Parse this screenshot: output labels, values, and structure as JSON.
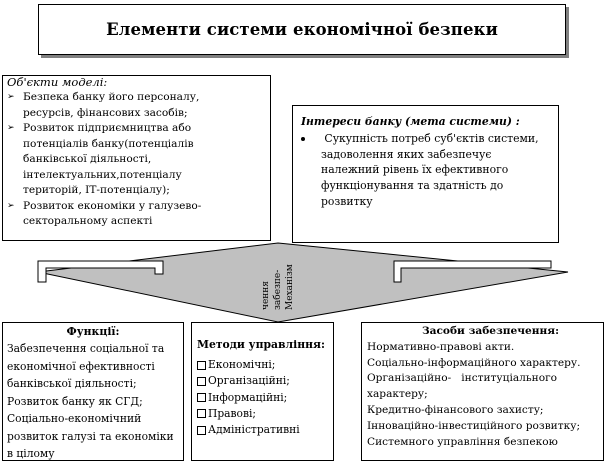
{
  "title": "Елементи системи економічної безпеки",
  "objects": {
    "heading": "Об'єкти моделі:",
    "items": [
      [
        "Безпека банку його персоналу,",
        "ресурсів, фінансових засобів;"
      ],
      [
        "Розвиток підприємництва або",
        "потенціалів банку(потенціалів",
        "банківської діяльності,",
        "інтелектуальних,потенціалу",
        "територій, ІТ-потенціалу);"
      ],
      [
        "Розвиток економіки у галузево-",
        "секторальному аспекті"
      ]
    ]
  },
  "interests": {
    "heading": "Інтереси банку (мета системи) :",
    "lines": [
      " Сукупність потреб суб'єктів системи,",
      "задоволення яких забезпечує",
      "належний рівень їх ефективного",
      "функціонування та здатність до",
      "розвитку"
    ]
  },
  "mechanism": {
    "lines": [
      "Механізм",
      "забезпе-",
      "чення"
    ]
  },
  "functions": {
    "heading": "Функції:",
    "lines": [
      "Забезпечення соціальної та",
      "економічної ефективності",
      "банківської діяльності;",
      "Розвиток банку як СГД;",
      "Соціально-економічний",
      "розвиток галузі та економіки",
      "в цілому"
    ]
  },
  "methods": {
    "heading": "Методи управління:",
    "items": [
      "Економічні;",
      "Організаційні;",
      "Інформаційні;",
      "Правові;",
      "Адміністративні"
    ]
  },
  "means": {
    "heading": "Засоби забезпечення:",
    "lines": [
      "Нормативно-правові акти.",
      "Соціально-інформаційного характеру.",
      "Організаційно-   інституціального",
      "характеру;",
      "Кредитно-фінансового захисту;",
      "Інноваційно-інвестиційного розвитку;",
      "Системного управління безпекою"
    ]
  }
}
